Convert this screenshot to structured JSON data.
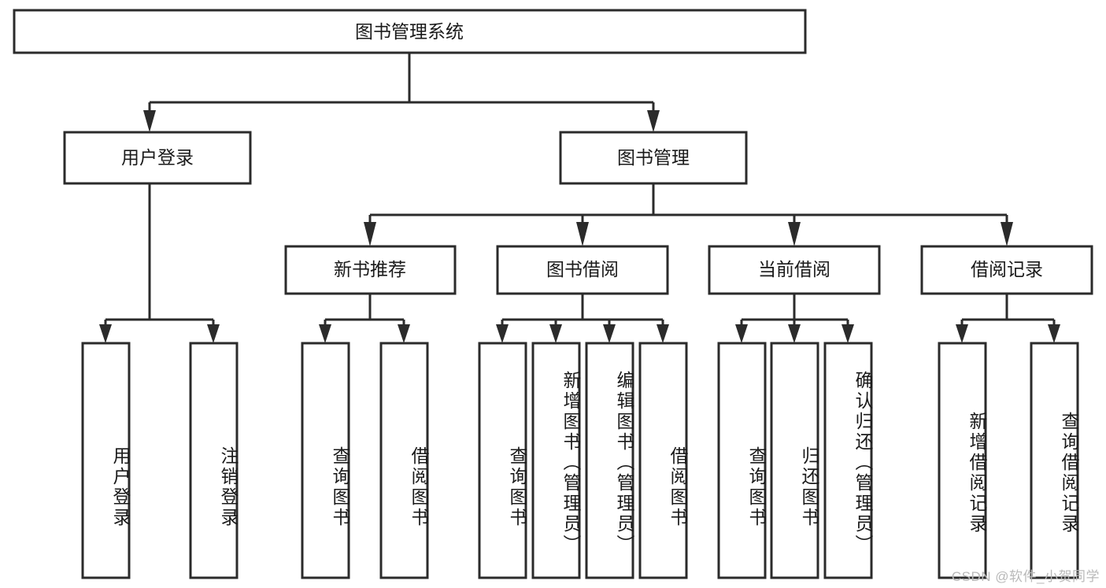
{
  "diagram": {
    "title": "图书管理系统",
    "type": "tree-hierarchy-chart",
    "colors": {
      "stroke": "#2b2b2b",
      "fill": "#ffffff",
      "text": "#1a1a1a",
      "watermark": "#b9b9b9",
      "background": "#ffffff"
    },
    "root": {
      "label": "图书管理系统"
    },
    "level2": [
      {
        "label": "用户登录"
      },
      {
        "label": "图书管理"
      }
    ],
    "level3": [
      {
        "label": "新书推荐"
      },
      {
        "label": "图书借阅"
      },
      {
        "label": "当前借阅"
      },
      {
        "label": "借阅记录"
      }
    ],
    "leaves": {
      "user_login": [
        {
          "label": "用户登录"
        },
        {
          "label": "注销登录"
        }
      ],
      "new_book_recommend": [
        {
          "label": "查询图书"
        },
        {
          "label": "借阅图书"
        }
      ],
      "book_borrow": [
        {
          "label": "查询图书"
        },
        {
          "label": "新增图书（管理员）"
        },
        {
          "label": "编辑图书（管理员）"
        },
        {
          "label": "借阅图书"
        }
      ],
      "current_borrow": [
        {
          "label": "查询图书"
        },
        {
          "label": "归还图书"
        },
        {
          "label": "确认归还（管理员）"
        }
      ],
      "borrow_record": [
        {
          "label": "新增借阅记录"
        },
        {
          "label": "查询借阅记录"
        }
      ]
    }
  },
  "watermark": {
    "text": "CSDN @软件_小贺同学"
  }
}
